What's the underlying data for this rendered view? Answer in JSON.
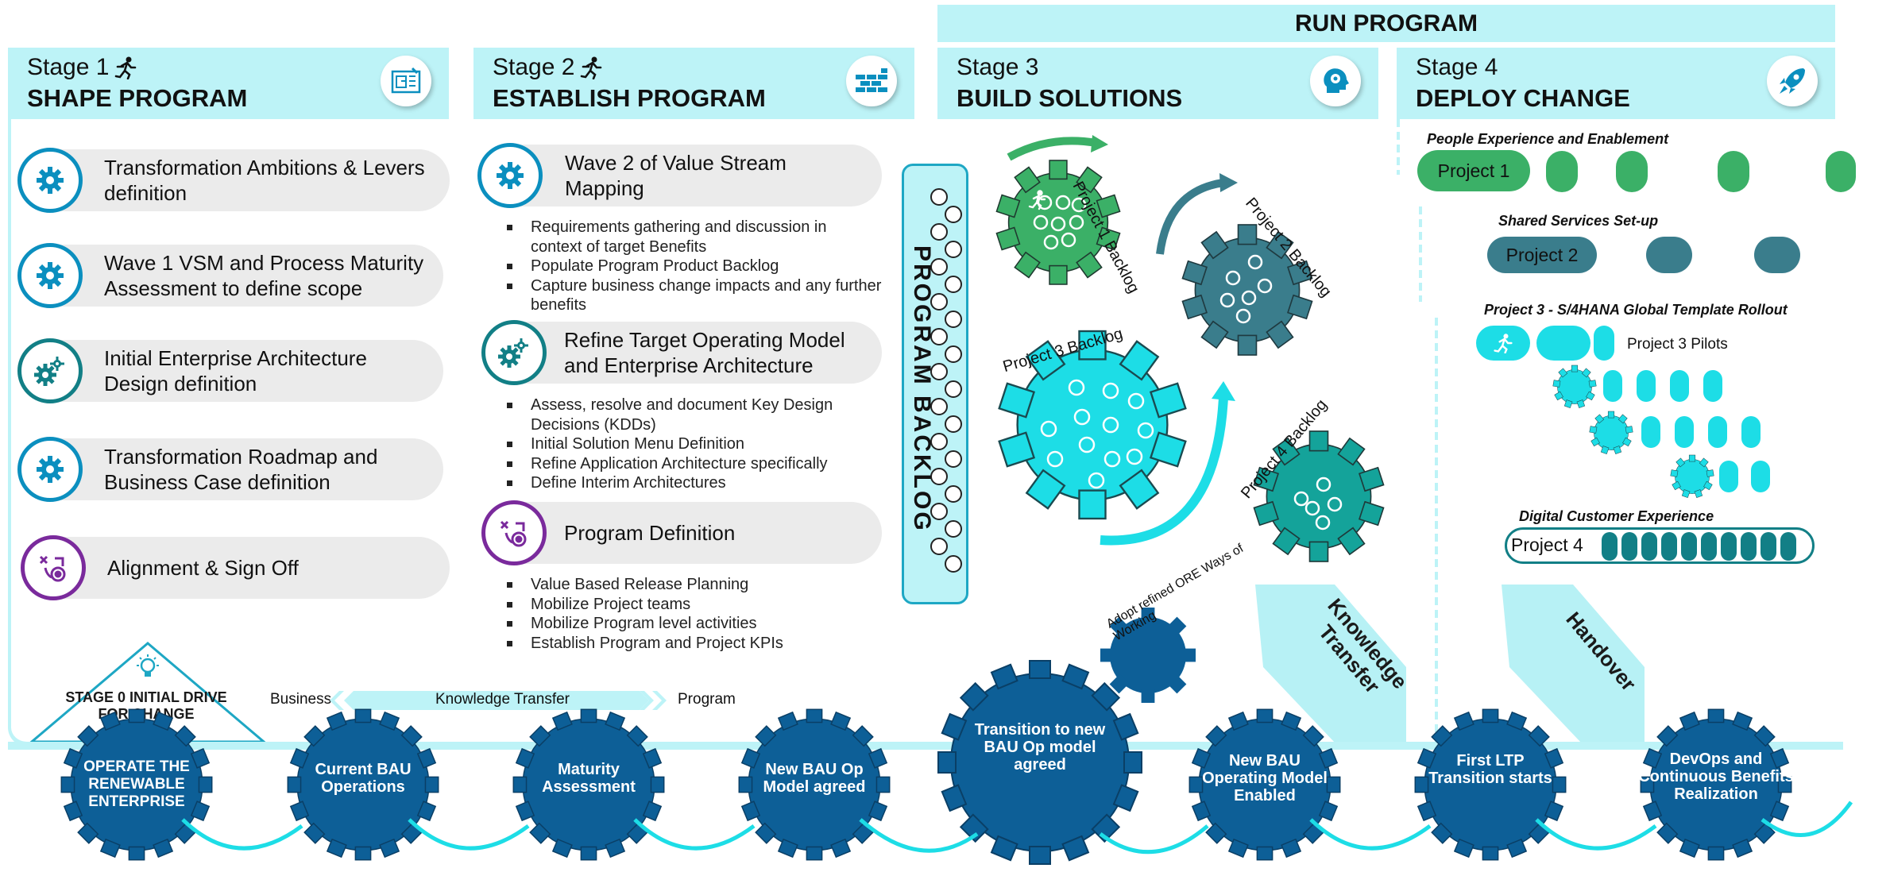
{
  "run_program": "RUN PROGRAM",
  "stages": [
    {
      "sub": "Stage 1",
      "title": "SHAPE PROGRAM",
      "icon": "blueprint-icon"
    },
    {
      "sub": "Stage 2",
      "title": "ESTABLISH PROGRAM",
      "icon": "brick-wall-icon"
    },
    {
      "sub": "Stage 3",
      "title": "BUILD SOLUTIONS",
      "icon": "head-gear-icon"
    },
    {
      "sub": "Stage 4",
      "title": "DEPLOY CHANGE",
      "icon": "rocket-icon"
    }
  ],
  "stage1_items": [
    "Transformation Ambitions & Levers definition",
    "Wave 1 VSM and Process Maturity Assessment to define scope",
    "Initial Enterprise Architecture Design definition",
    "Transformation Roadmap and Business Case definition",
    "Alignment & Sign Off"
  ],
  "stage2": {
    "items": [
      "Wave 2 of Value Stream Mapping",
      "Refine Target Operating Model and Enterprise Architecture",
      "Program Definition"
    ],
    "bullets1": [
      "Requirements gathering and discussion in context of target Benefits",
      "Populate Program Product Backlog",
      "Capture business change impacts and any further benefits"
    ],
    "bullets2": [
      "Assess, resolve and document Key Design Decisions (KDDs)",
      "Initial Solution Menu Definition",
      "Refine Application Architecture specifically",
      "Define Interim Architectures"
    ],
    "bullets3": [
      "Value Based Release Planning",
      "Mobilize Project teams",
      "Mobilize Program level activities",
      "Establish Program and Project KPIs"
    ]
  },
  "program_backlog": "PROGRAM BACKLOG",
  "stage3": {
    "project1_backlog": "Project 1 Backlog",
    "project2_backlog": "Project 2 Backlog",
    "project3_backlog": "Project 3 Backlog",
    "project4_backlog": "Project 4 Backlog",
    "adopt_ore": "Adopt refined ORE Ways of Working"
  },
  "stage4": {
    "people_experience": "People Experience and Enablement",
    "project1": "Project 1",
    "shared_services": "Shared Services Set-up",
    "project2": "Project 2",
    "project3_label": "Project 3 - S/4HANA Global Template Rollout",
    "project3_pilots": "Project 3 Pilots",
    "digital_cx": "Digital Customer Experience",
    "project4": "Project 4"
  },
  "arrows": {
    "knowledge_transfer": "Knowledge Transfer",
    "handover": "Handover"
  },
  "stage0": {
    "title": "STAGE 0 INITIAL DRIVE FOR CHANGE",
    "business": "Business",
    "knowledge_transfer": "Knowledge Transfer",
    "program": "Program"
  },
  "bottom_gears": [
    "OPERATE THE RENEWABLE ENTERPRISE",
    "Current BAU Operations",
    "Maturity Assessment",
    "New BAU Op Model agreed",
    "Transition to new BAU Op model agreed",
    "New BAU Operating Model Enabled",
    "First LTP Transition starts",
    "DevOps and Continuous Benefits Realization"
  ],
  "colors": {
    "light_cyan": "#bdf3f7",
    "cyan": "#1ddde6",
    "green": "#3bb067",
    "slate_teal": "#3a7d8c",
    "teal": "#14a39a",
    "dark_teal": "#127f86",
    "navy_blue": "#0d5f97",
    "purple": "#7a2a9c"
  }
}
